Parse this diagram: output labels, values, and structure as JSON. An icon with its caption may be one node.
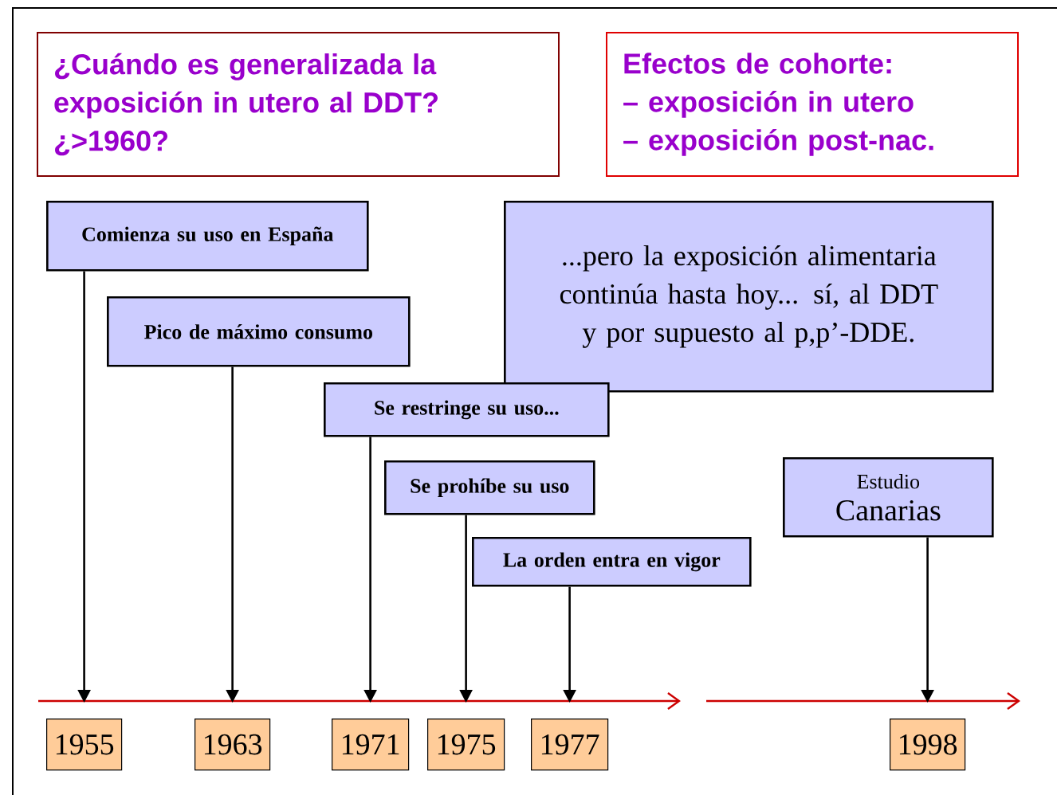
{
  "diagram": {
    "nodes": [
      {
        "text": [
          "¿Cuándo es generalizada la exposición in utero al DDT? ¿>1960?"
        ]
      },
      {
        "text": [
          "Efectos de cohorte:",
          "– exposición in utero",
          "– exposición post-nac."
        ]
      },
      {
        "text": [
          "Comienza su uso en España"
        ]
      },
      {
        "text": [
          "Pico de máximo consumo"
        ]
      },
      {
        "text": [
          "...pero la exposición alimentaria continúa hasta hoy... sí, al DDT y por supuesto al p,p’-DDE."
        ]
      },
      {
        "text": [
          "Se restringe su uso..."
        ]
      },
      {
        "text": [
          "Se prohíbe su uso"
        ]
      },
      {
        "text": [
          "La orden entra en vigor"
        ]
      },
      {
        "text": [
          "Estudio",
          "Canarias"
        ]
      },
      {
        "text": [
          "1955"
        ]
      },
      {
        "text": [
          "1963"
        ]
      },
      {
        "text": [
          "1971"
        ]
      },
      {
        "text": [
          "1975"
        ]
      },
      {
        "text": [
          "1977"
        ]
      },
      {
        "text": [
          "1998"
        ]
      }
    ],
    "edges": [
      {
        "from": 2,
        "to": 9,
        "arrow": "to"
      },
      {
        "from": 3,
        "to": 10,
        "arrow": "to"
      },
      {
        "from": 5,
        "to": 11,
        "arrow": "to"
      },
      {
        "from": 6,
        "to": 12,
        "arrow": "to"
      },
      {
        "from": 7,
        "to": 13,
        "arrow": "to"
      },
      {
        "from": 8,
        "to": 14,
        "arrow": "to"
      }
    ]
  }
}
